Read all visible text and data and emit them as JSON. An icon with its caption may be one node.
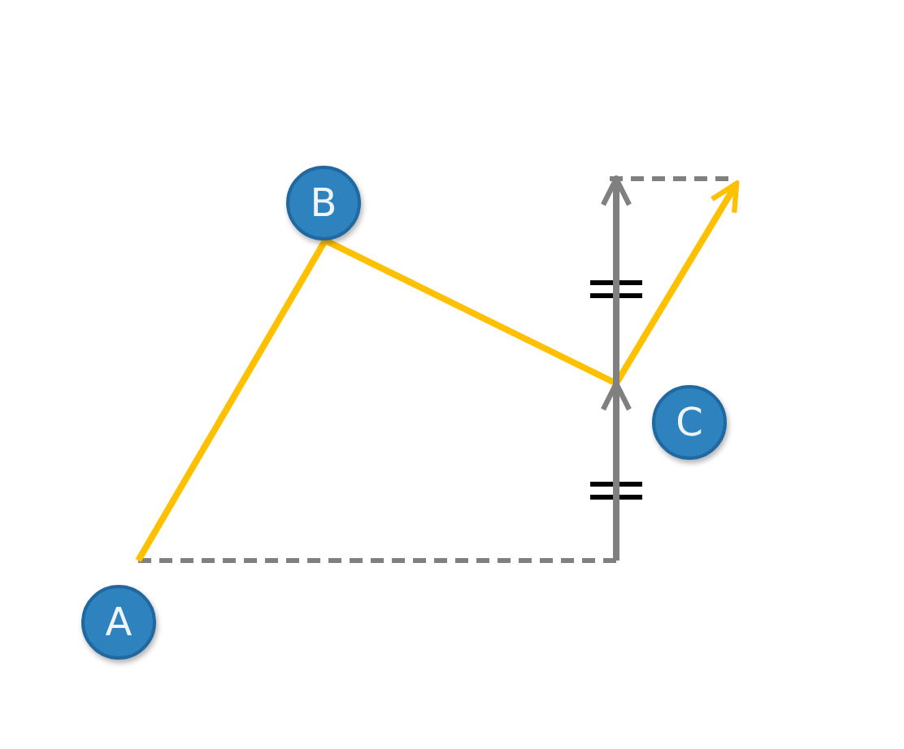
{
  "diagram": {
    "nodes": [
      {
        "text": [
          "A"
        ]
      },
      {
        "text": [
          "B"
        ]
      },
      {
        "text": [
          "C"
        ]
      }
    ],
    "edges": [
      {
        "from": 0,
        "to": 1,
        "arrow": "none"
      },
      {
        "from": 1,
        "to": 2,
        "arrow": "none"
      },
      {
        "from": 2,
        "to": null,
        "arrow": "to"
      },
      {
        "from": null,
        "to": 2,
        "arrow": "to",
        "color": "#808080"
      },
      {
        "from": 2,
        "to": null,
        "arrow": "to",
        "color": "#808080"
      }
    ]
  }
}
